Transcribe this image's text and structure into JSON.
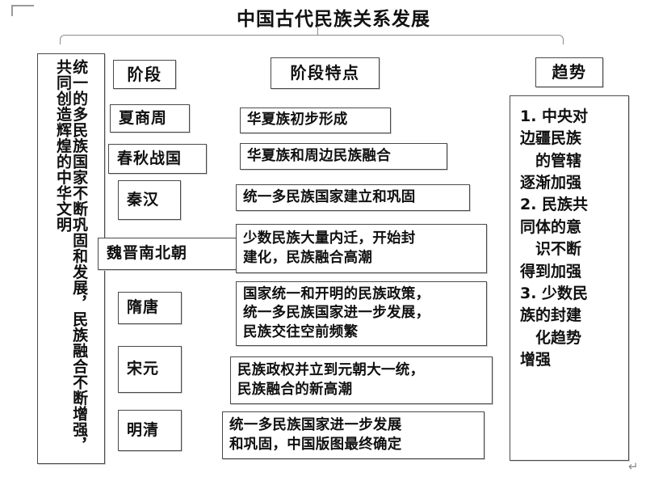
{
  "document": {
    "title": "中国古代民族关系发展",
    "paragraph_mark": "↵"
  },
  "headers": {
    "stage": "阶段",
    "features": "阶段特点",
    "trend": "趋势"
  },
  "summary_column": {
    "text": "统一的多民族国家不断巩固和发展，民族融合不断增强，共同创造辉煌的中华文明"
  },
  "stages": [
    {
      "name": "夏商周",
      "feature": "华夏族初步形成"
    },
    {
      "name": "春秋战国",
      "feature": "华夏族和周边民族融合"
    },
    {
      "name": "秦汉",
      "feature": "统一多民族国家建立和巩固"
    },
    {
      "name": "魏晋南北朝",
      "feature": "少数民族大量内迁，开始封\n建化，民族融合高潮"
    },
    {
      "name": "隋唐",
      "feature": "国家统一和开明的民族政策，\n统一多民族国家进一步发展，\n民族交往空前频繁"
    },
    {
      "name": "宋元",
      "feature": "民族政权并立到元朝大一统，\n民族融合的新高潮"
    },
    {
      "name": "明清",
      "feature": "统一多民族国家进一步发展\n和巩固，中国版图最终确定"
    }
  ],
  "trends": [
    "1. 中央对\n边疆民族\n　的管辖\n逐渐加强",
    "2. 民族共\n同体的意\n　识不断\n得到加强",
    "3. 少数民\n族的封建\n　化趋势\n增强"
  ],
  "colors": {
    "ink": "#101010",
    "border": "#4a4a4a",
    "bracket": "#8d8d8d",
    "background": "#ffffff"
  }
}
